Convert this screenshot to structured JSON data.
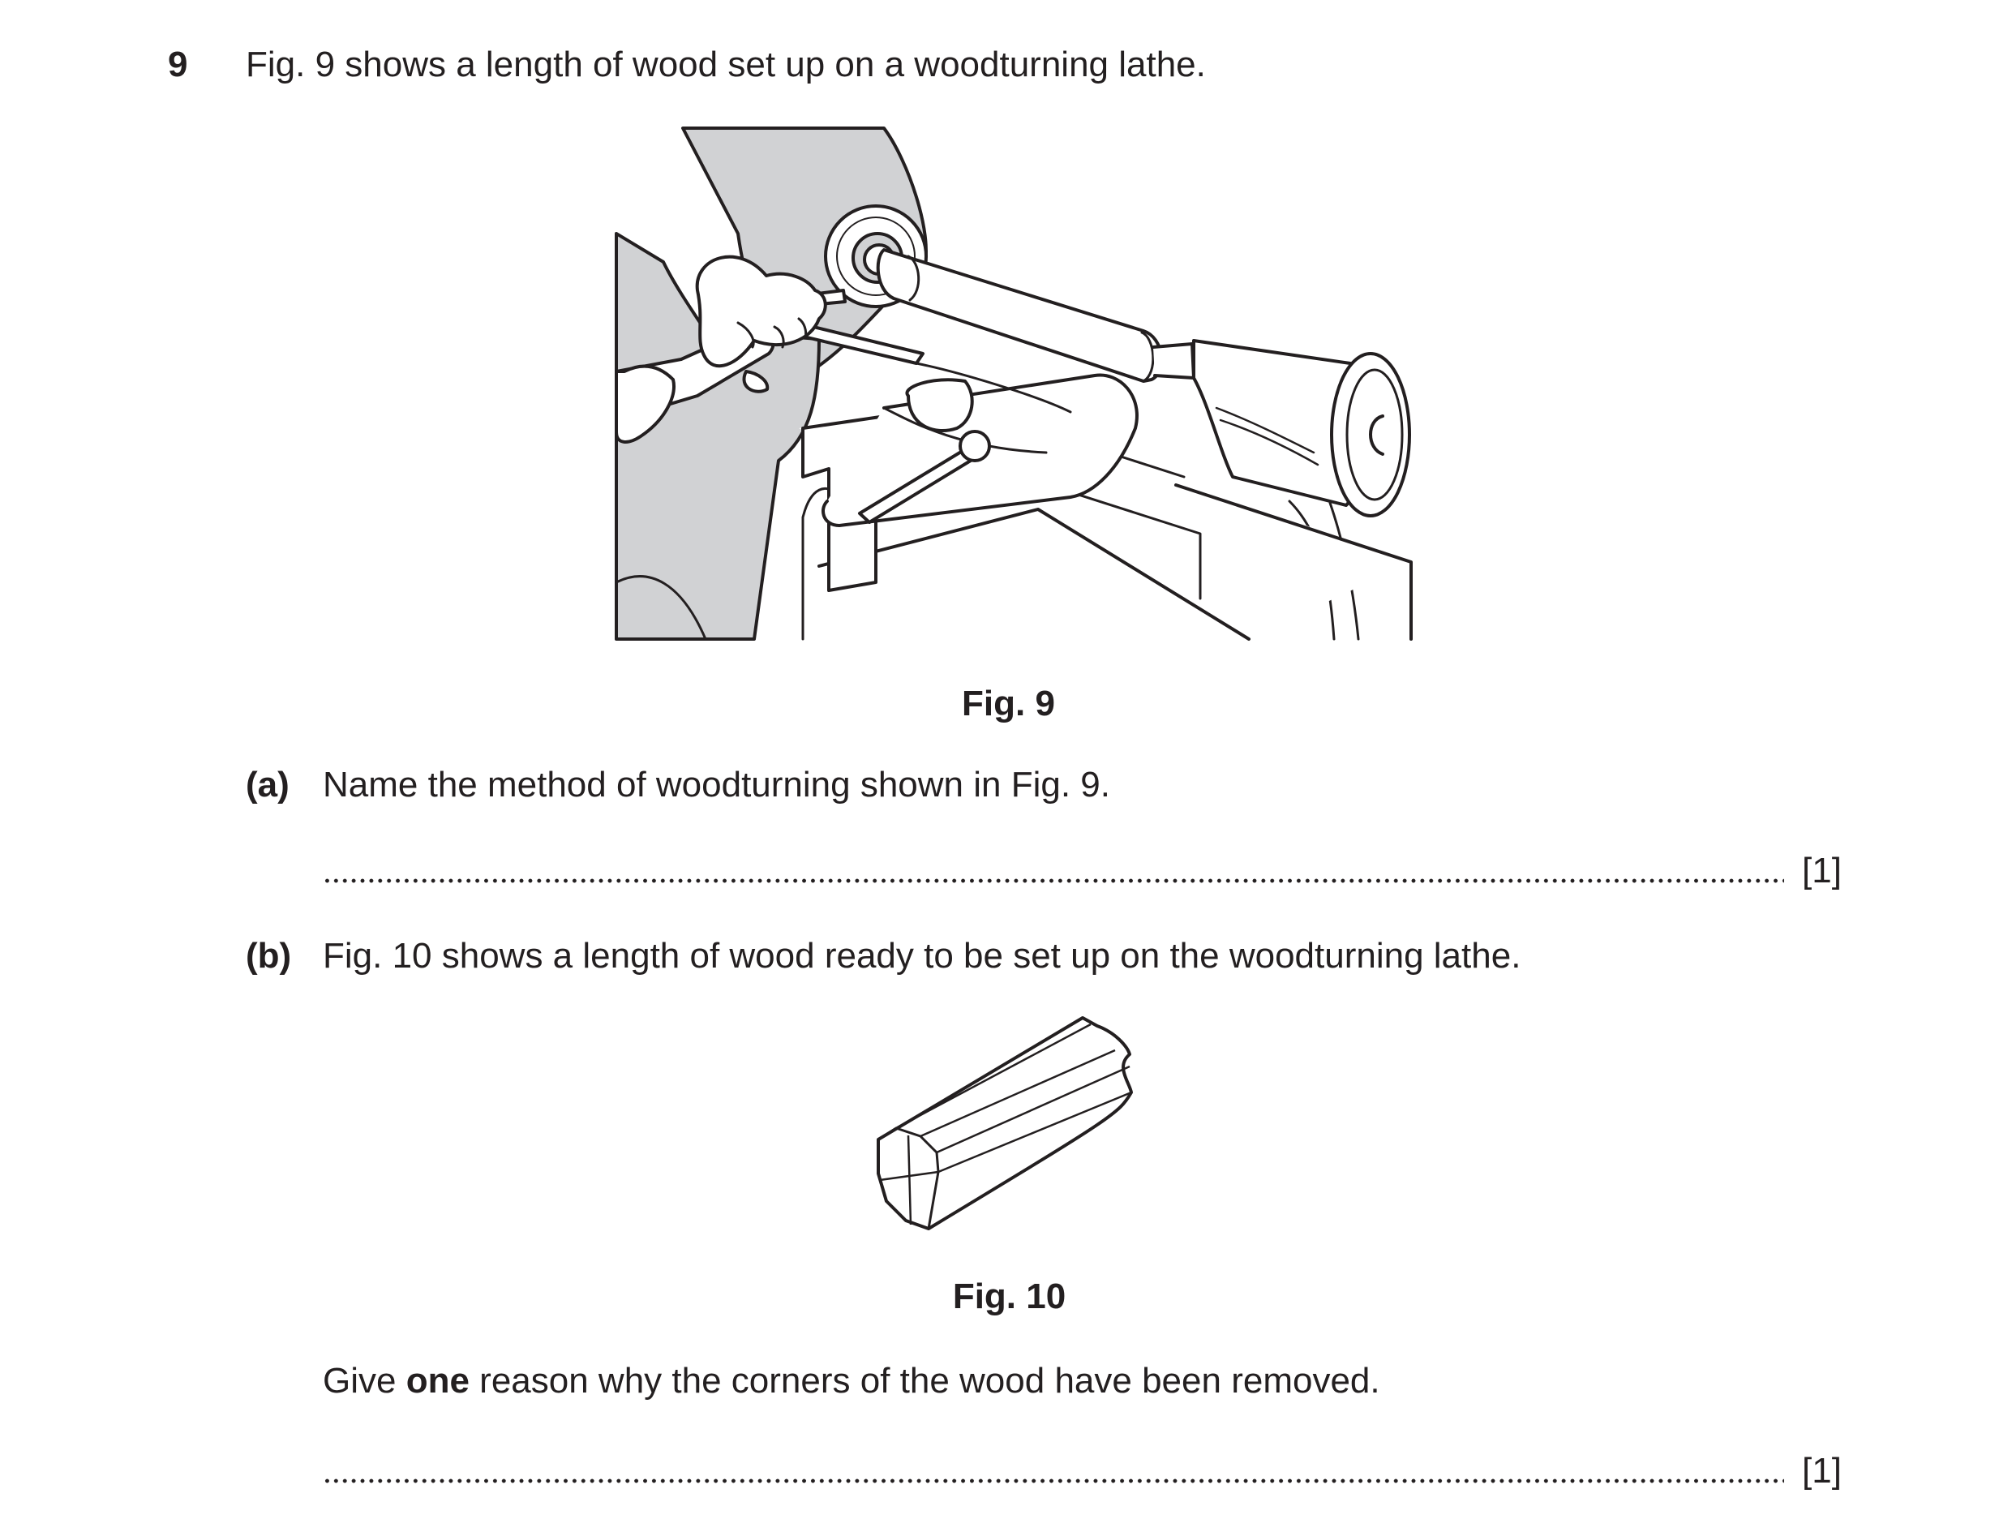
{
  "question": {
    "number": "9",
    "intro": "Fig. 9 shows a length of wood set up on a woodturning lathe.",
    "figure_1": {
      "caption": "Fig. 9"
    },
    "part_a": {
      "label": "(a)",
      "text": "Name the method of woodturning shown in Fig. 9.",
      "marks": "[1]"
    },
    "part_b": {
      "label": "(b)",
      "text": "Fig. 10 shows a length of wood ready to be set up on the woodturning lathe.",
      "figure_2": {
        "caption": "Fig. 10"
      },
      "prompt": {
        "before": "Give ",
        "emphasis": "one",
        "after": " reason why the corners of the wood have been removed."
      },
      "marks": "[1]"
    }
  },
  "colors": {
    "ink": "#231f20",
    "shade": "#d1d2d4",
    "paper": "#ffffff"
  }
}
